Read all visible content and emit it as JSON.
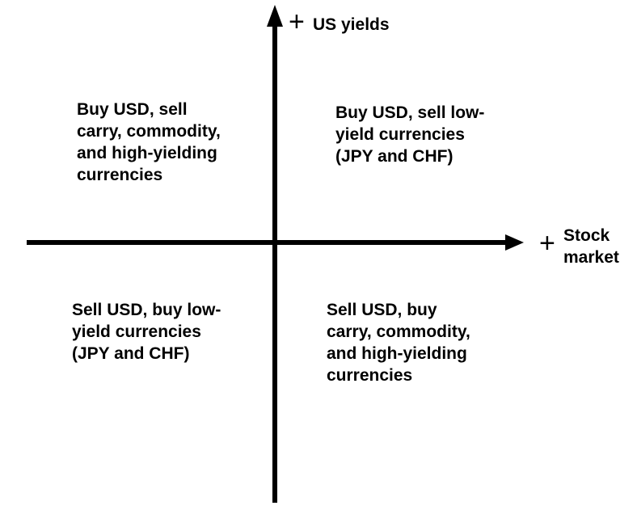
{
  "axes": {
    "y_axis": {
      "sign": "+",
      "label": "US yields"
    },
    "x_axis": {
      "sign": "+",
      "label_line1": "Stock",
      "label_line2": "market"
    }
  },
  "quadrants": {
    "top_left": "Buy USD, sell\ncarry, commodity,\nand high-yielding\ncurrencies",
    "top_right": "Buy USD, sell low-\nyield currencies\n(JPY and CHF)",
    "bottom_left": "Sell USD, buy low-\nyield currencies\n(JPY and CHF)",
    "bottom_right": "Sell USD, buy\ncarry, commodity,\nand high-yielding\ncurrencies"
  },
  "colors": {
    "axis": "#000000",
    "text": "#000000",
    "background": "#ffffff"
  }
}
